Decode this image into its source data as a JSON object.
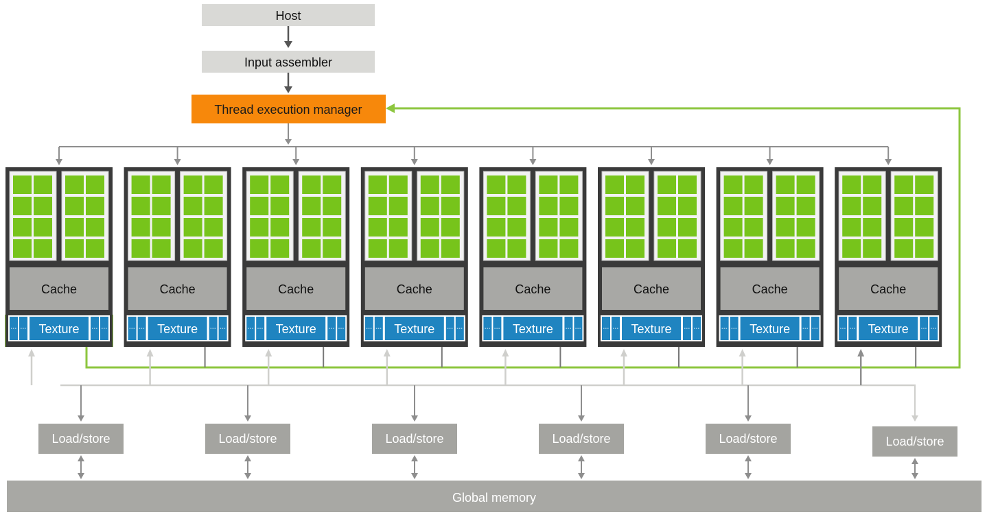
{
  "top": {
    "host_label": "Host",
    "input_assembler_label": "Input assembler",
    "thread_manager_label": "Thread execution manager"
  },
  "processors": {
    "count": 8,
    "cache_label": "Cache",
    "texture_label": "Texture",
    "highlighted_index": 0
  },
  "load_store": {
    "count": 6,
    "label": "Load/store"
  },
  "global_memory_label": "Global memory",
  "colors": {
    "gray_box": "#d9d9d6",
    "thread_manager": "#f7880b",
    "dark_frame": "#3a3a3a",
    "core_green": "#77c41b",
    "cache_gray": "#a8a8a5",
    "texture_blue": "#1f84c0",
    "feedback_green": "#8dc63f",
    "arrow_gray": "#8e8e8e",
    "bus_light": "#cfcfcc",
    "load_store_box": "#a4a4a0",
    "global_memory": "#a8a8a4"
  }
}
